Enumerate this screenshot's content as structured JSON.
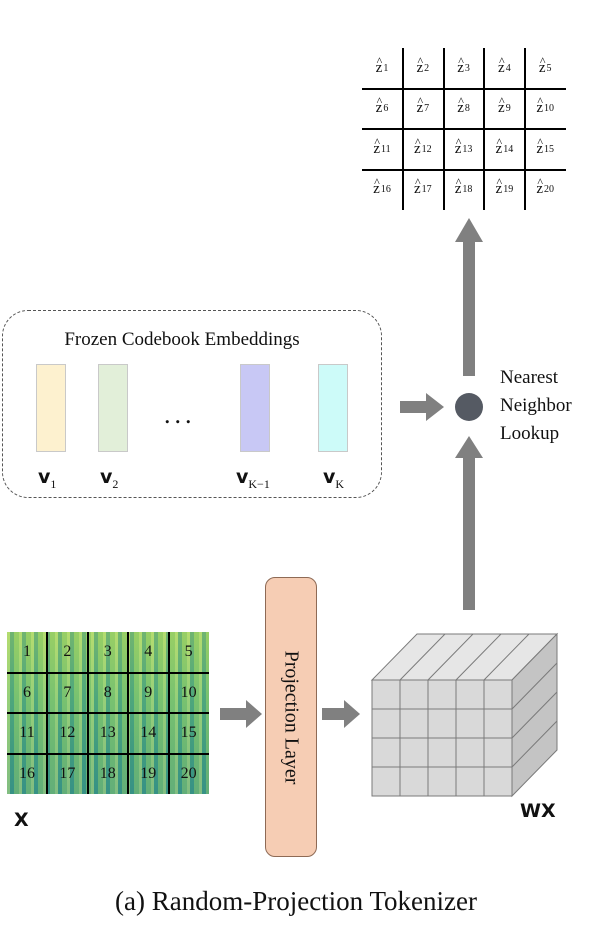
{
  "tokens": [
    {
      "base": "z",
      "sub": "1"
    },
    {
      "base": "z",
      "sub": "2"
    },
    {
      "base": "z",
      "sub": "3"
    },
    {
      "base": "z",
      "sub": "4"
    },
    {
      "base": "z",
      "sub": "5"
    },
    {
      "base": "z",
      "sub": "6"
    },
    {
      "base": "z",
      "sub": "7"
    },
    {
      "base": "z",
      "sub": "8"
    },
    {
      "base": "z",
      "sub": "9"
    },
    {
      "base": "z",
      "sub": "10"
    },
    {
      "base": "z",
      "sub": "11"
    },
    {
      "base": "z",
      "sub": "12"
    },
    {
      "base": "z",
      "sub": "13"
    },
    {
      "base": "z",
      "sub": "14"
    },
    {
      "base": "z",
      "sub": "15"
    },
    {
      "base": "z",
      "sub": "16"
    },
    {
      "base": "z",
      "sub": "17"
    },
    {
      "base": "z",
      "sub": "18"
    },
    {
      "base": "z",
      "sub": "19"
    },
    {
      "base": "z",
      "sub": "20"
    }
  ],
  "token_hat": "^",
  "codebook": {
    "title": "Frozen Codebook Embeddings",
    "dots": "...",
    "vectors": [
      {
        "base": "v",
        "sub": "1",
        "color": "#fdf1cf"
      },
      {
        "base": "v",
        "sub": "2",
        "color": "#e2efd9"
      },
      {
        "base": "v",
        "sub": "K−1",
        "color": "#c8c8f5"
      },
      {
        "base": "v",
        "sub": "K",
        "color": "#cdfbf9"
      }
    ]
  },
  "lookup": {
    "line1": "Nearest",
    "line2": "Neighbor",
    "line3": "Lookup"
  },
  "spectrogram": {
    "label": "X",
    "cells": [
      "1",
      "2",
      "3",
      "4",
      "5",
      "6",
      "7",
      "8",
      "9",
      "10",
      "11",
      "12",
      "13",
      "14",
      "15",
      "16",
      "17",
      "18",
      "19",
      "20"
    ]
  },
  "projection": {
    "label": "Projection Layer"
  },
  "cube": {
    "label": "WX"
  },
  "caption": "(a) Random-Projection Tokenizer",
  "colors": {
    "arrow": "#808080",
    "node": "#555a63",
    "projection_fill": "#f6cdb4",
    "cube_face": "#d9d9d9"
  }
}
